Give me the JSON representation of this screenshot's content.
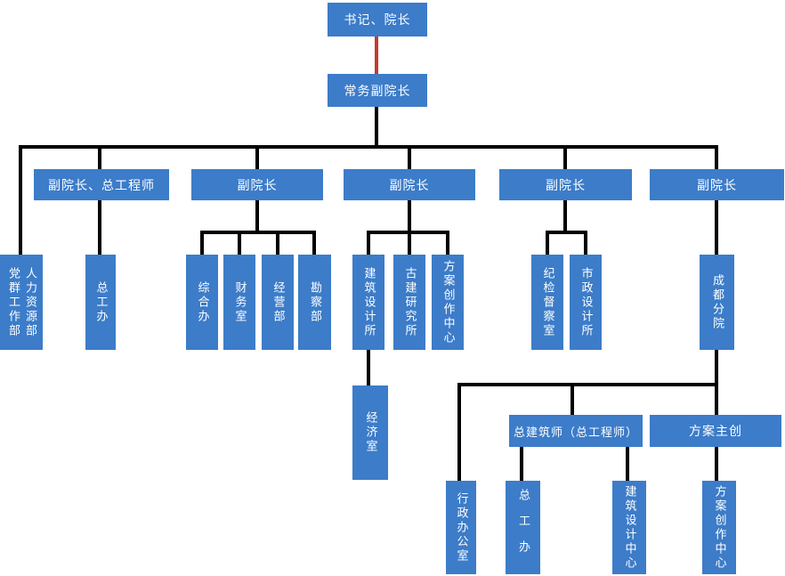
{
  "palette": {
    "node_fill": "#3C7CC9",
    "node_text": "#FFFFFF",
    "connector": "#000000",
    "special_connector_red": "#C13B2E",
    "background": "#FFFFFF"
  },
  "diagram_type": "organization-chart",
  "nodes": {
    "secretary_president": {
      "label": "书记、院长"
    },
    "executive_vice_president": {
      "label": "常务副院长"
    },
    "vp_chief_engineer": {
      "label": "副院长、总工程师"
    },
    "vp1": {
      "label": "副院长"
    },
    "vp2": {
      "label": "副院长"
    },
    "vp3": {
      "label": "副院长"
    },
    "vp4": {
      "label": "副院长"
    },
    "party_mass_hr": {
      "label_left": "党群工作部",
      "label_right": "人力资源部"
    },
    "chief_engineer_office": {
      "label": "总工办"
    },
    "general_office": {
      "label": "综合办"
    },
    "finance_office": {
      "label": "财务室"
    },
    "business_dept": {
      "label": "经营部"
    },
    "survey_dept": {
      "label": "勘察部"
    },
    "arch_design_institute": {
      "label": "建筑设计所"
    },
    "ancient_arch_institute": {
      "label": "古建研究所"
    },
    "scheme_creation_center": {
      "label": "方案创作中心"
    },
    "discipline_supervision": {
      "label": "纪检督察室"
    },
    "municipal_design_institute": {
      "label": "市政设计所"
    },
    "chengdu_branch": {
      "label": "成都分院"
    },
    "economy_office": {
      "label": "经济室"
    },
    "chief_architect": {
      "label": "总建筑师（总工程师）"
    },
    "scheme_lead": {
      "label": "方案主创"
    },
    "admin_office": {
      "label": "行政办公室"
    },
    "chief_engineer_office_cd": {
      "label": "总工办"
    },
    "arch_design_center": {
      "label": "建筑设计中心"
    },
    "scheme_creation_center_cd": {
      "label": "方案创作中心"
    }
  },
  "edges": [
    [
      "secretary_president",
      "executive_vice_president"
    ],
    [
      "executive_vice_president",
      "party_mass_hr"
    ],
    [
      "executive_vice_president",
      "vp_chief_engineer"
    ],
    [
      "executive_vice_president",
      "vp1"
    ],
    [
      "executive_vice_president",
      "vp2"
    ],
    [
      "executive_vice_president",
      "vp3"
    ],
    [
      "executive_vice_president",
      "vp4"
    ],
    [
      "vp_chief_engineer",
      "chief_engineer_office"
    ],
    [
      "vp1",
      "general_office"
    ],
    [
      "vp1",
      "finance_office"
    ],
    [
      "vp1",
      "business_dept"
    ],
    [
      "vp1",
      "survey_dept"
    ],
    [
      "vp2",
      "arch_design_institute"
    ],
    [
      "vp2",
      "ancient_arch_institute"
    ],
    [
      "vp2",
      "scheme_creation_center"
    ],
    [
      "arch_design_institute",
      "economy_office"
    ],
    [
      "vp3",
      "discipline_supervision"
    ],
    [
      "vp3",
      "municipal_design_institute"
    ],
    [
      "vp4",
      "chengdu_branch"
    ],
    [
      "chengdu_branch",
      "admin_office"
    ],
    [
      "chengdu_branch",
      "chief_architect"
    ],
    [
      "chengdu_branch",
      "scheme_lead"
    ],
    [
      "chief_architect",
      "chief_engineer_office_cd"
    ],
    [
      "chief_architect",
      "arch_design_center"
    ],
    [
      "scheme_lead",
      "scheme_creation_center_cd"
    ]
  ]
}
